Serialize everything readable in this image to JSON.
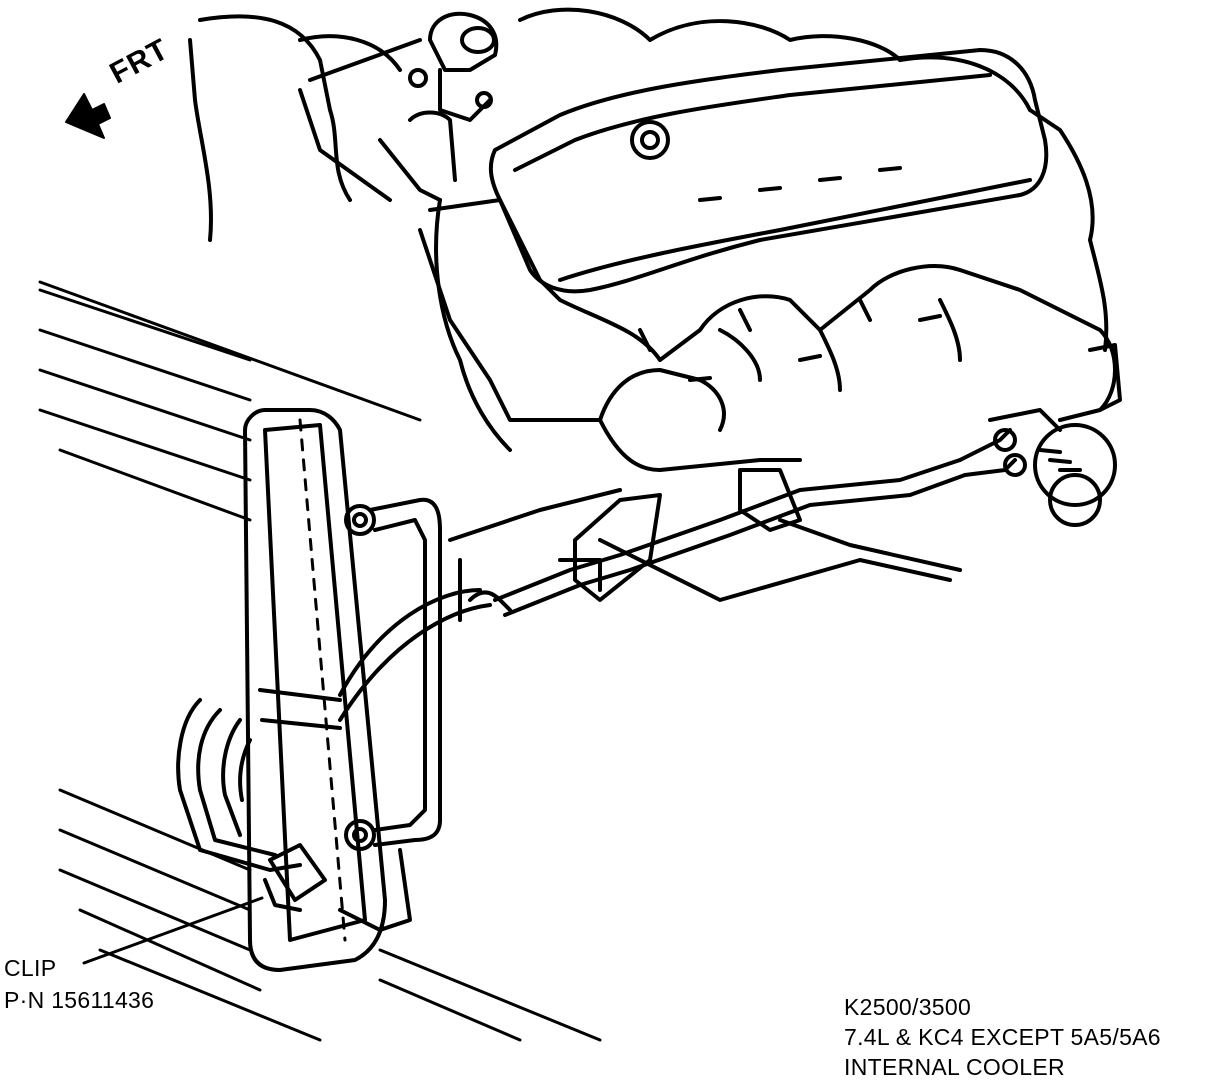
{
  "direction": {
    "label": "FRT",
    "icon": "front-arrow-icon"
  },
  "callouts": {
    "clip_label": "CLIP",
    "part_number": "P·N 15611436"
  },
  "model_info": {
    "line1": "K2500/3500",
    "line2": "7.4L & KC4 EXCEPT 5A5/5A6",
    "line3": "INTERNAL COOLER"
  },
  "colors": {
    "ink": "#000000",
    "paper": "#ffffff"
  }
}
